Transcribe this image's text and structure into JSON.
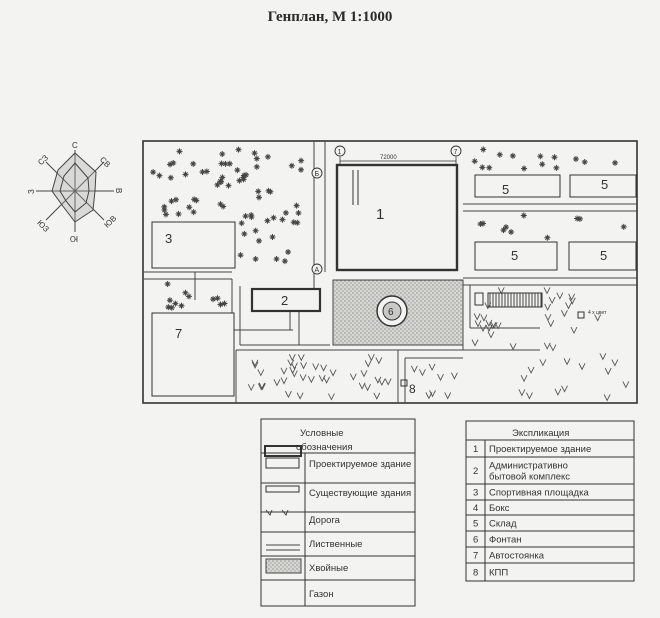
{
  "title": "Генплан, М 1:1000",
  "compass": {
    "c": "С",
    "cb": "СВ",
    "b": "В",
    "yb": "ЮВ",
    "yu": "Ю",
    "yz": "ЮЗ",
    "z": "З",
    "cz": "СЗ"
  },
  "plan": {
    "dimension": "72000",
    "axis_labels": [
      "1",
      "7",
      "Б",
      "А"
    ],
    "buildings": {
      "b1": "1",
      "b2": "2",
      "b3": "3",
      "b5a": "5",
      "b5b": "5",
      "b5c": "5",
      "b5d": "5",
      "b6": "6",
      "b7": "7",
      "b8": "8",
      "small": "4 х\nцвет"
    }
  },
  "legend": {
    "heading_line1": "Условные",
    "heading_line2": "обозначения",
    "rows": [
      "Проектируемое здание",
      "Существующие здания",
      "Дорога",
      "Лиственные",
      "Хвойные",
      "Газон"
    ]
  },
  "explication": {
    "heading": "Экспликация",
    "rows": [
      {
        "num": "1",
        "text": "Проектируемое здание"
      },
      {
        "num": "2",
        "text": "Административно бытовой комплекс"
      },
      {
        "num": "3",
        "text": "Спортивная площадка"
      },
      {
        "num": "4",
        "text": "Бокс"
      },
      {
        "num": "5",
        "text": "Склад"
      },
      {
        "num": "6",
        "text": "Фонтан"
      },
      {
        "num": "7",
        "text": "Автостоянка"
      },
      {
        "num": "8",
        "text": "КПП"
      }
    ]
  }
}
